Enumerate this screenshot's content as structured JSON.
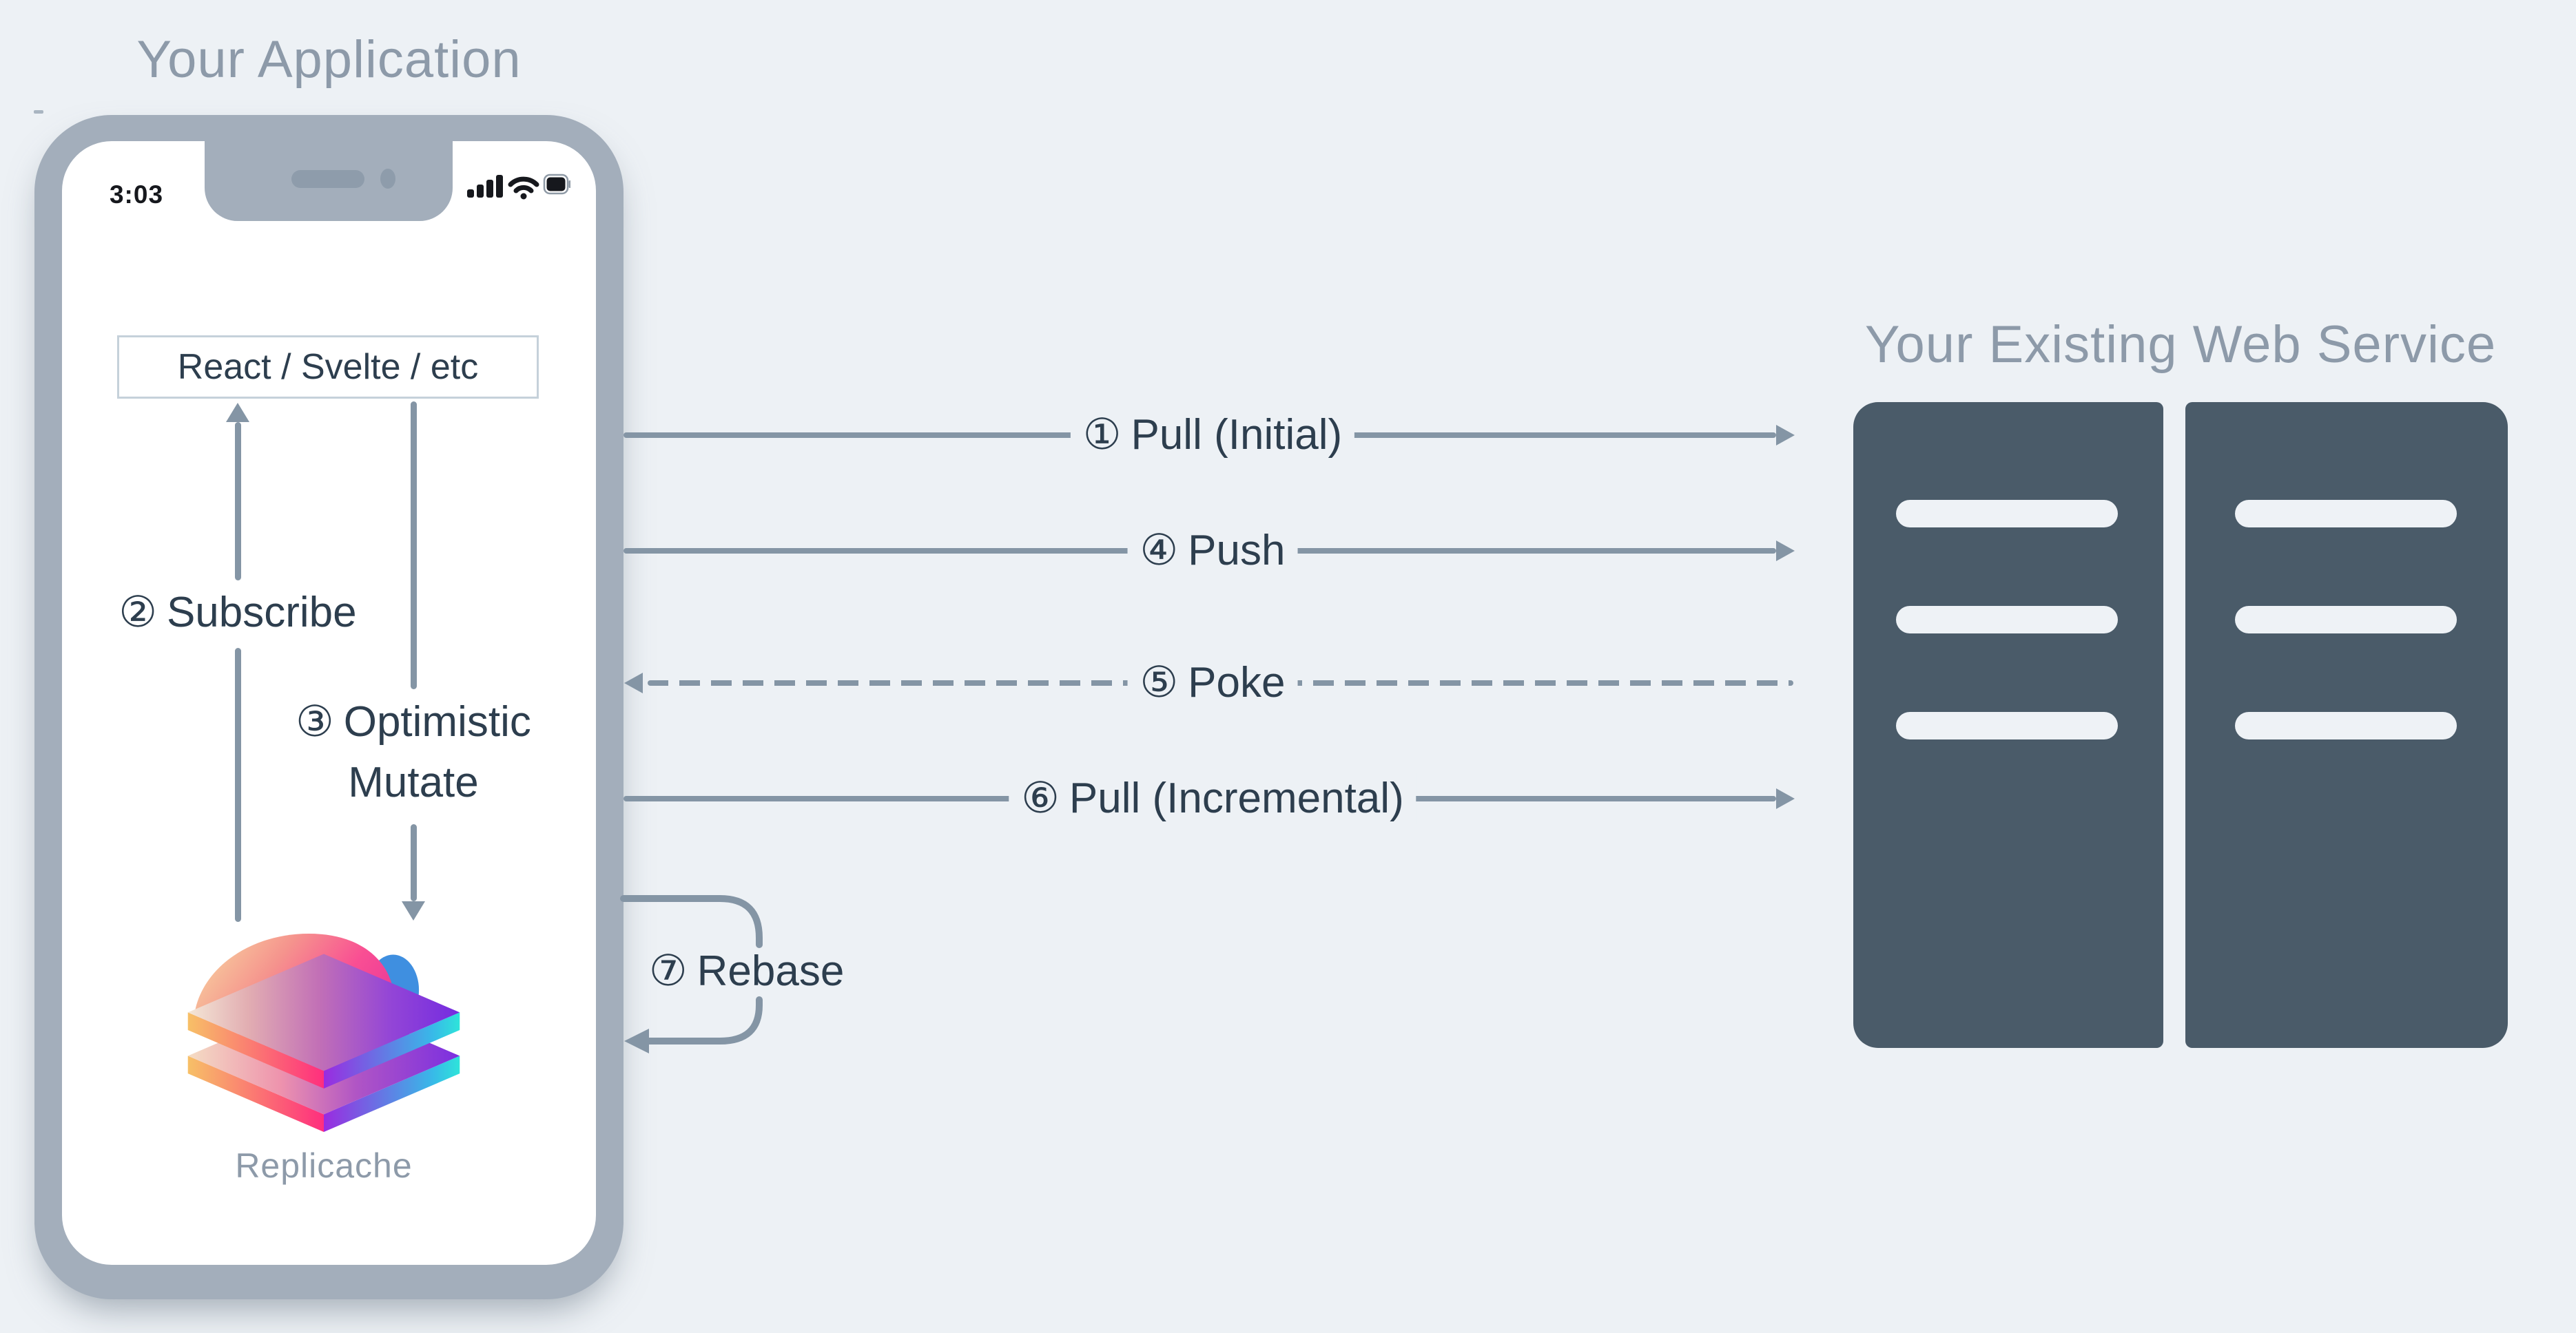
{
  "colors": {
    "background": "#edf1f5",
    "phone_frame": "#a3aebb",
    "screen": "#ffffff",
    "connector_gray": "#8495a5",
    "dark_text": "#2d3e4e",
    "muted_title": "#8d9aa9",
    "server_dark": "#4a5b69",
    "ui_box_border": "#c5d1da"
  },
  "application": {
    "title": "Your Application",
    "status_bar": {
      "time": "3:03"
    },
    "ui_box": "React / Svelte / etc",
    "logo_caption": "Replicache",
    "internal_flows": {
      "subscribe": {
        "number": "②",
        "label": "Subscribe"
      },
      "optimistic_mutate": {
        "number": "③",
        "label": "Optimistic Mutate"
      }
    }
  },
  "service": {
    "title": "Your Existing Web Service"
  },
  "connections": [
    {
      "number": "①",
      "label": "Pull (Initial)",
      "style": "solid",
      "direction": "right"
    },
    {
      "number": "④",
      "label": "Push",
      "style": "solid",
      "direction": "right"
    },
    {
      "number": "⑤",
      "label": "Poke",
      "style": "dashed",
      "direction": "left"
    },
    {
      "number": "⑥",
      "label": "Pull (Incremental)",
      "style": "solid",
      "direction": "right"
    },
    {
      "number": "⑦",
      "label": "Rebase",
      "style": "loop",
      "direction": "left"
    }
  ]
}
